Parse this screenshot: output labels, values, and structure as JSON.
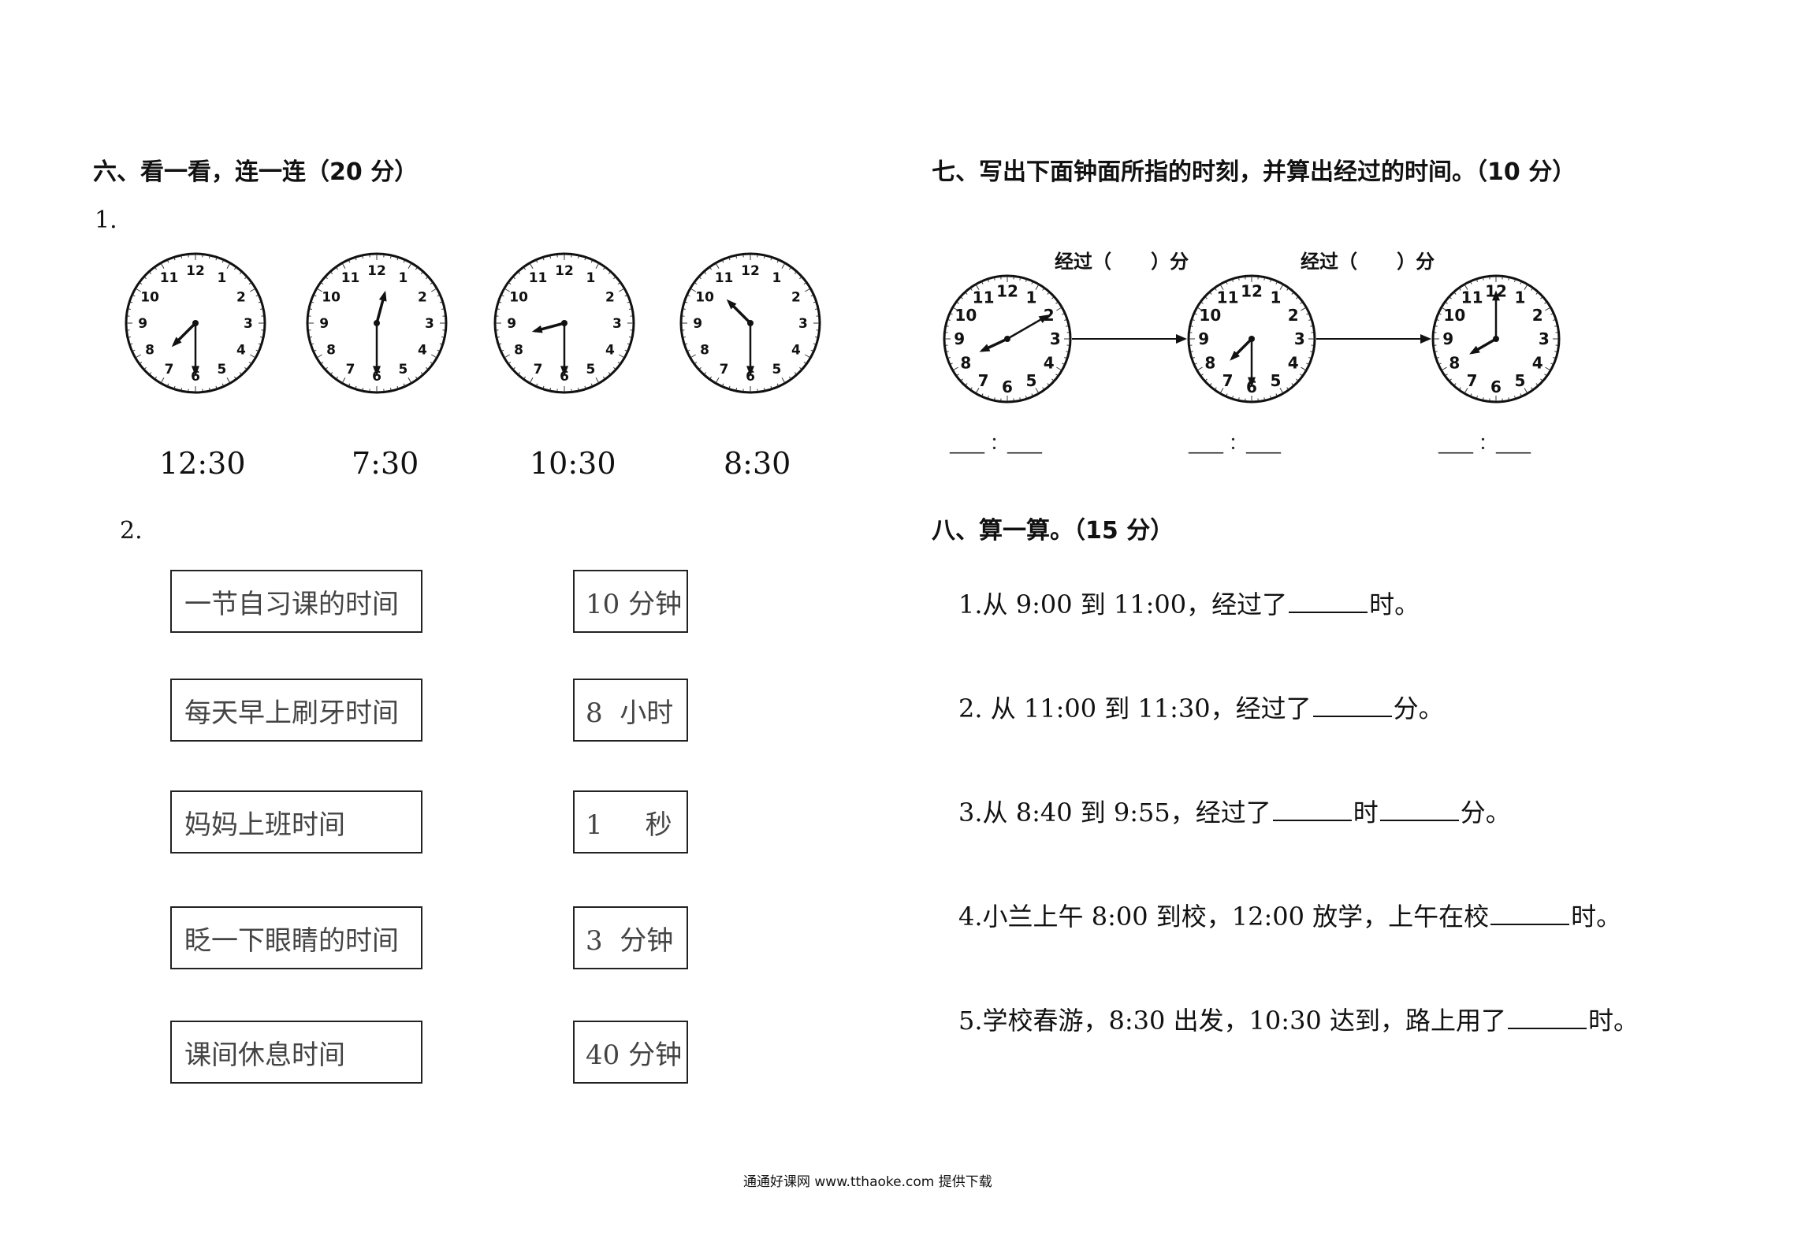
{
  "section6": {
    "title": "六、看一看，连一连（20 分）",
    "part1_label": "1.",
    "part2_label": "2.",
    "clocks": [
      {
        "hour": 7,
        "minute": 30
      },
      {
        "hour": 12,
        "minute": 30
      },
      {
        "hour": 8,
        "minute": 30
      },
      {
        "hour": 10,
        "minute": 30
      }
    ],
    "time_labels": [
      "12:30",
      "7:30",
      "10:30",
      "8:30"
    ],
    "left_boxes": [
      "一节自习课的时间",
      "每天早上刷牙时间",
      "妈妈上班时间",
      "眨一下眼睛的时间",
      "课间休息时间"
    ],
    "right_boxes": [
      "10 分钟",
      "8  小时",
      "1     秒",
      "3  分钟",
      "40 分钟"
    ]
  },
  "section7": {
    "title": "七、写出下面钟面所指的时刻，并算出经过的时间。（10 分）",
    "elapsed_labels": [
      "经过（      ）分",
      "经过（      ）分"
    ],
    "clocks": [
      {
        "hour": 8,
        "minute": 10
      },
      {
        "hour": 7,
        "minute": 30
      },
      {
        "hour": 8,
        "minute": 0
      }
    ],
    "answer_blanks": [
      "____ ：____",
      "____ ：____",
      "____ ：____"
    ]
  },
  "section8": {
    "title": "八、算一算。（15 分）",
    "questions": [
      {
        "pre": "1.从 9:00 到 11:00，经过了",
        "post": "时。"
      },
      {
        "pre": "2. 从 11:00 到 11:30，经过了",
        "post": "分。"
      },
      {
        "pre": "3.从 8:40 到 9:55，经过了",
        "mid": "时",
        "post": "分。"
      },
      {
        "pre": "4.小兰上午 8:00 到校，12:00 放学，上午在校",
        "post": "时。"
      },
      {
        "pre": "5.学校春游，8:30 出发，10:30 达到，路上用了",
        "post": "时。"
      }
    ]
  },
  "footer": "通通好课网  www.tthaoke.com  提供下载"
}
